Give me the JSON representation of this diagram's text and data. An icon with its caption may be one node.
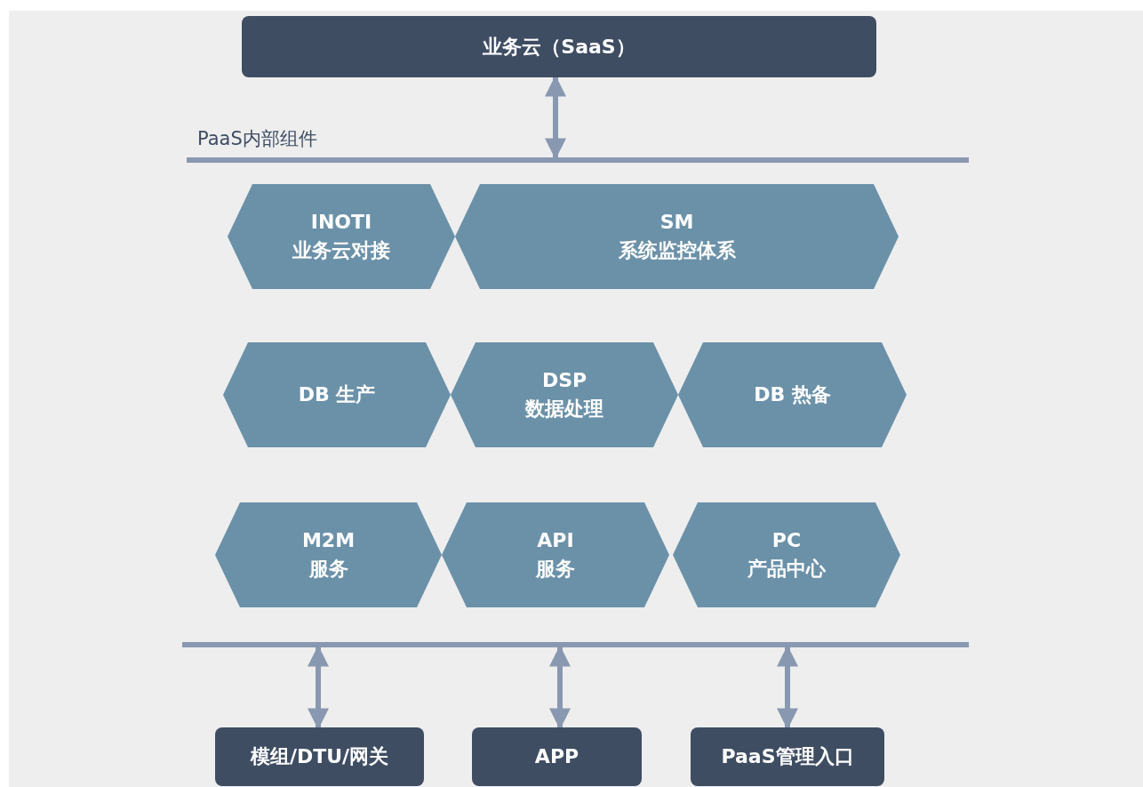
{
  "diagram": {
    "nodes": [
      {
        "text": [
          "业务云（SaaS）"
        ]
      },
      {
        "text": [],
        "shape": "bar"
      },
      {
        "text": [
          "INOTI",
          "业务云对接"
        ]
      },
      {
        "text": [
          "SM",
          "系统监控体系"
        ]
      },
      {
        "text": [
          "DB 生产"
        ]
      },
      {
        "text": [
          "DSP",
          "数据处理"
        ]
      },
      {
        "text": [
          "DB 热备"
        ]
      },
      {
        "text": [
          "M2M",
          "服务"
        ]
      },
      {
        "text": [
          "API",
          "服务"
        ]
      },
      {
        "text": [
          "PC",
          "产品中心"
        ]
      },
      {
        "text": [],
        "shape": "bar"
      },
      {
        "text": [
          "模组/DTU/网关"
        ]
      },
      {
        "text": [
          "APP"
        ]
      },
      {
        "text": [
          "PaaS管理入口"
        ]
      }
    ],
    "edges": [
      {
        "from": 0,
        "to": 1,
        "arrow": "both"
      },
      {
        "from": 10,
        "to": 11,
        "arrow": "both"
      },
      {
        "from": 10,
        "to": 12,
        "arrow": "both"
      },
      {
        "from": 10,
        "to": 13,
        "arrow": "both"
      }
    ],
    "labels": [
      "PaaS内部组件"
    ]
  }
}
